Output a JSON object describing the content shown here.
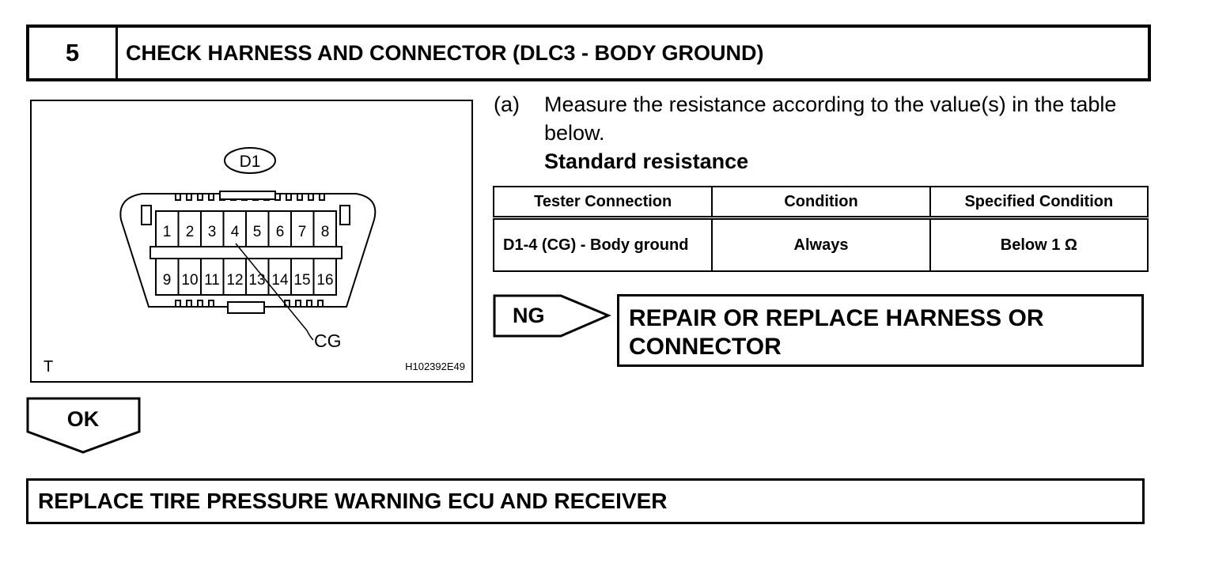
{
  "step": {
    "number": "5",
    "title": "CHECK HARNESS AND CONNECTOR (DLC3 - BODY GROUND)"
  },
  "figure": {
    "connector_label": "D1",
    "pins_top": [
      "1",
      "2",
      "3",
      "4",
      "5",
      "6",
      "7",
      "8"
    ],
    "pins_bottom": [
      "9",
      "10",
      "11",
      "12",
      "13",
      "14",
      "15",
      "16"
    ],
    "cg_label": "CG",
    "corner_label": "T",
    "figure_id": "H102392E49"
  },
  "instruction": {
    "label": "(a)",
    "text": "Measure the resistance according to the value(s) in the table below.",
    "standard_heading": "Standard resistance"
  },
  "table": {
    "headers": [
      "Tester Connection",
      "Condition",
      "Specified Condition"
    ],
    "rows": [
      [
        "D1-4 (CG) - Body ground",
        "Always",
        "Below 1 Ω"
      ]
    ]
  },
  "ng": {
    "label": "NG",
    "action": "REPAIR OR REPLACE HARNESS OR CONNECTOR"
  },
  "ok": {
    "label": "OK"
  },
  "final": {
    "action": "REPLACE TIRE PRESSURE WARNING ECU AND RECEIVER"
  }
}
